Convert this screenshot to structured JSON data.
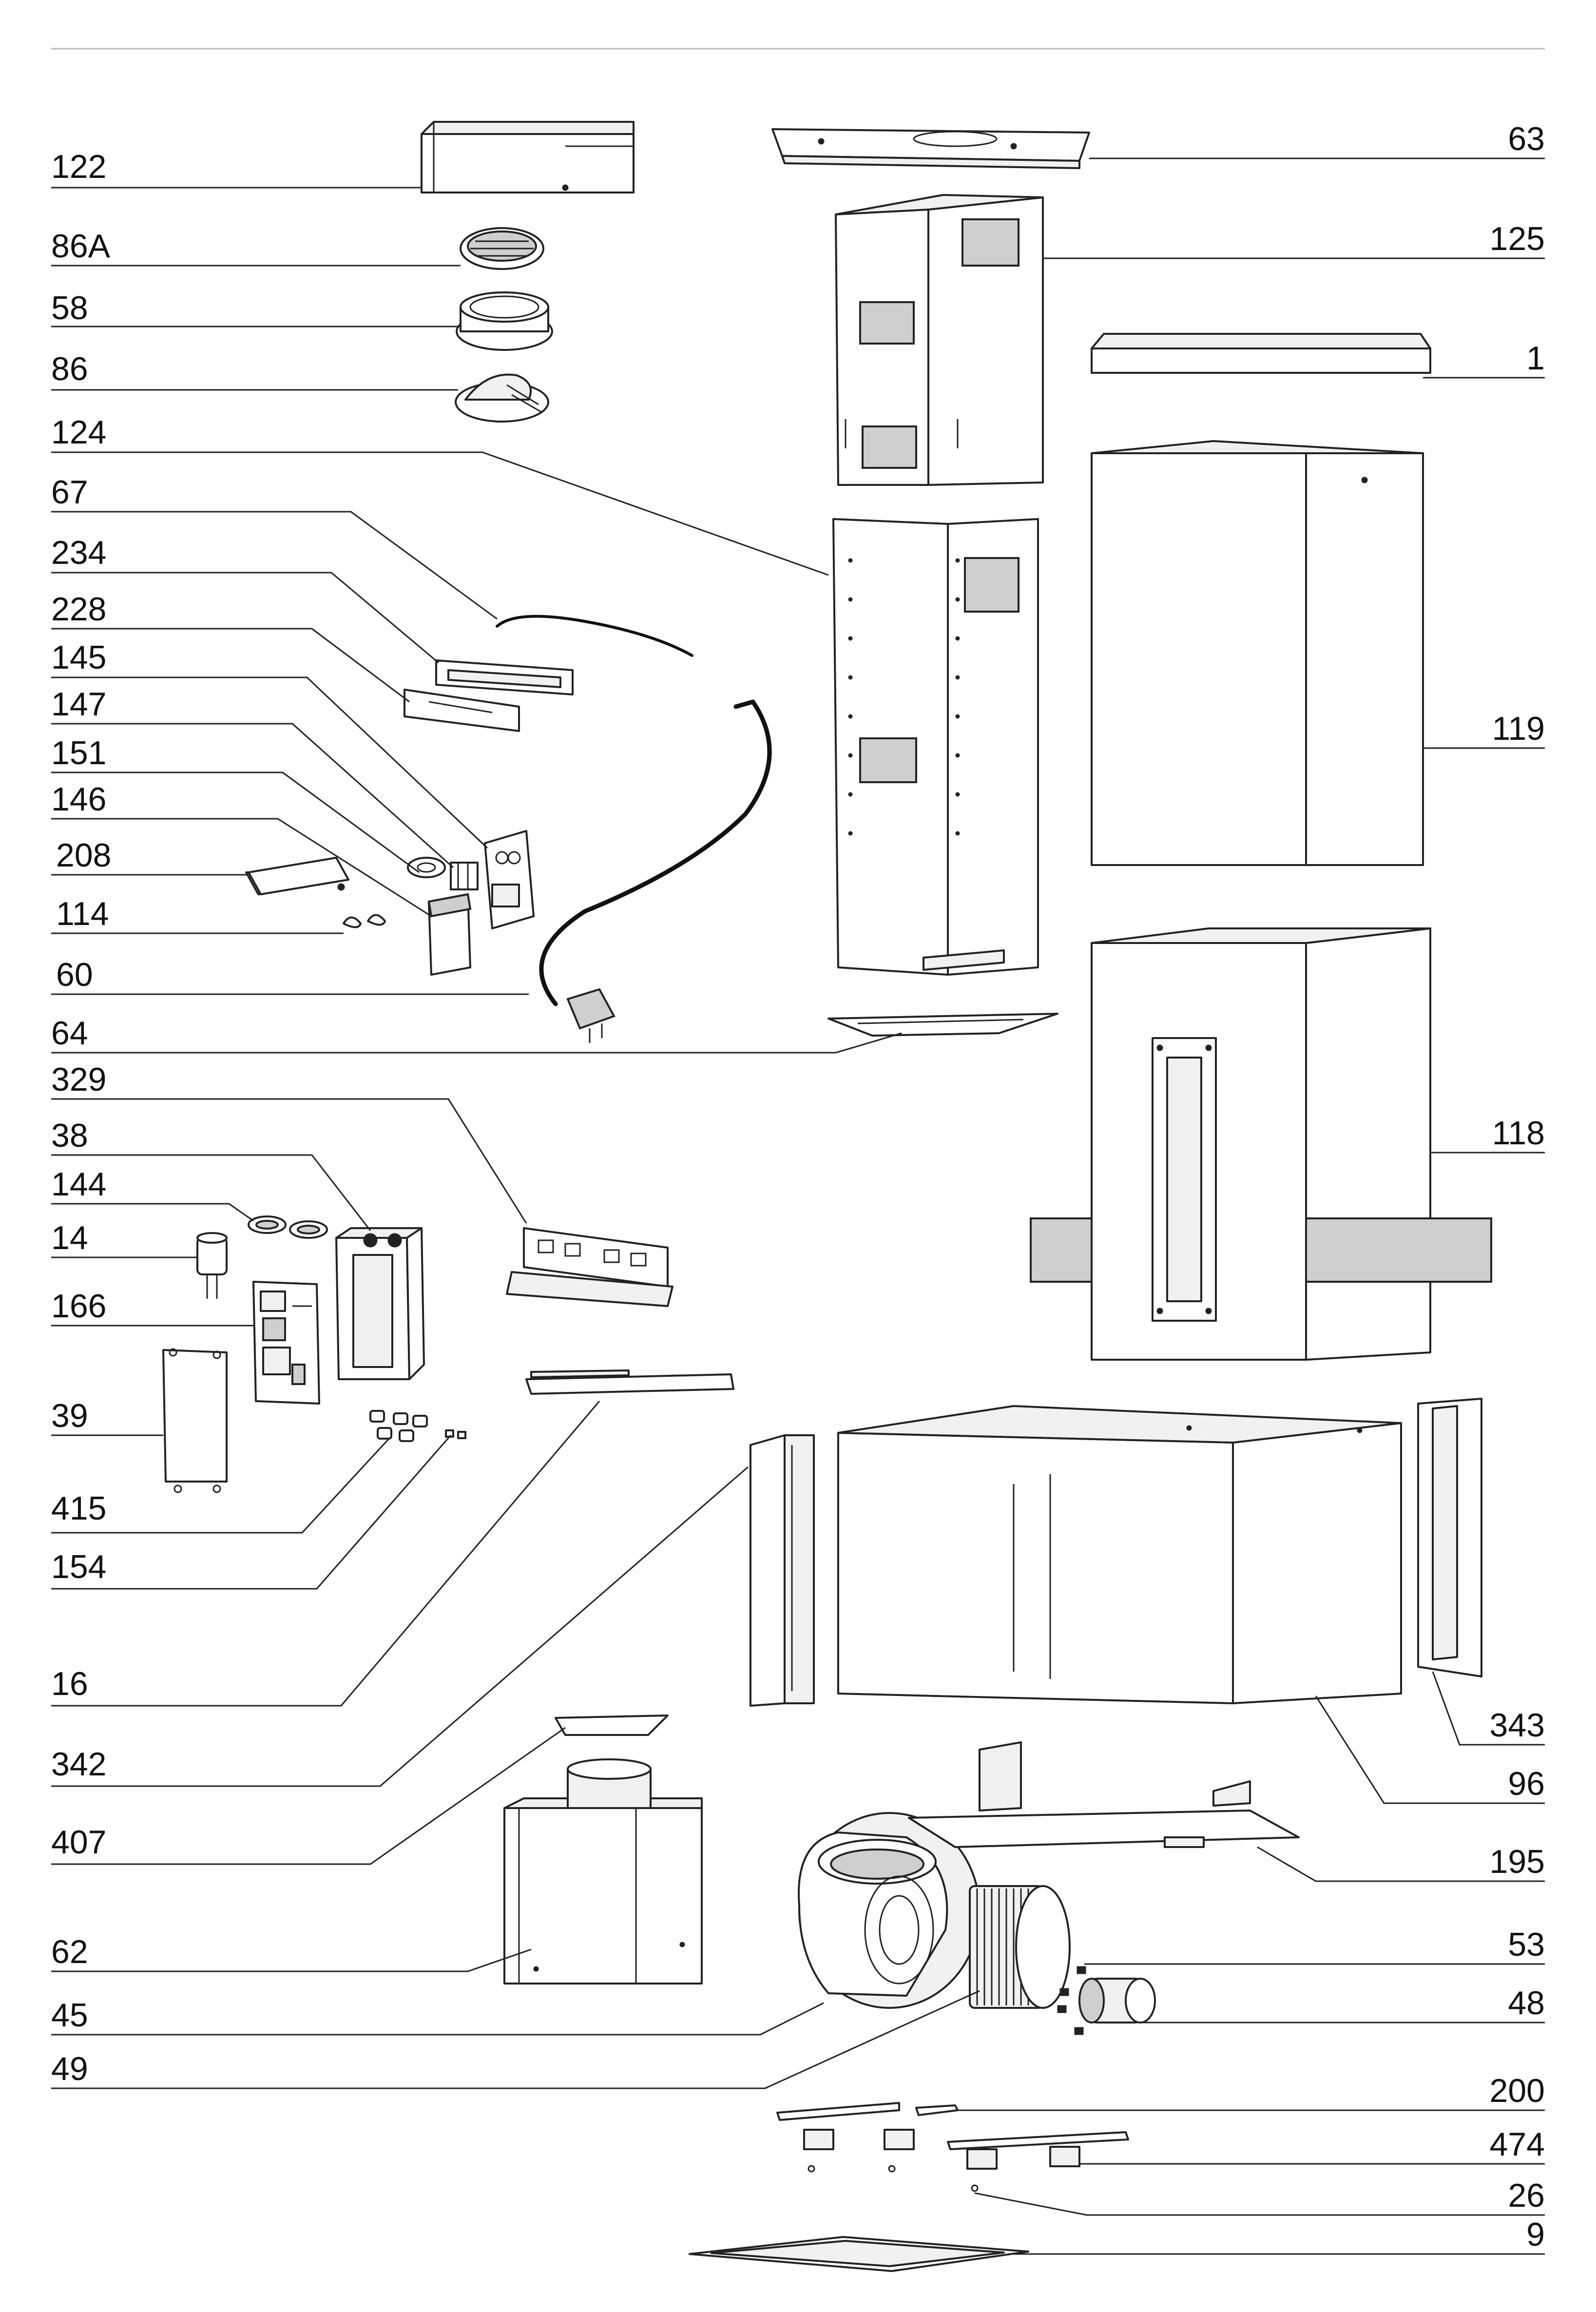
{
  "labels": {
    "l122": "122",
    "l86A": "86A",
    "l58": "58",
    "l86": "86",
    "l124": "124",
    "l67": "67",
    "l234": "234",
    "l228": "228",
    "l145": "145",
    "l147": "147",
    "l151": "151",
    "l146": "146",
    "l208": "208",
    "l114": "114",
    "l60": "60",
    "l64": "64",
    "l329": "329",
    "l38": "38",
    "l144": "144",
    "l14": "14",
    "l166": "166",
    "l39": "39",
    "l415": "415",
    "l154": "154",
    "l16": "16",
    "l342": "342",
    "l407": "407",
    "l62": "62",
    "l45": "45",
    "l49": "49",
    "l63": "63",
    "l125": "125",
    "l1": "1",
    "l119": "119",
    "l118": "118",
    "l343": "343",
    "l96": "96",
    "l195": "195",
    "l53": "53",
    "l48": "48",
    "l200": "200",
    "l474": "474",
    "l26": "26",
    "l9": "9"
  }
}
